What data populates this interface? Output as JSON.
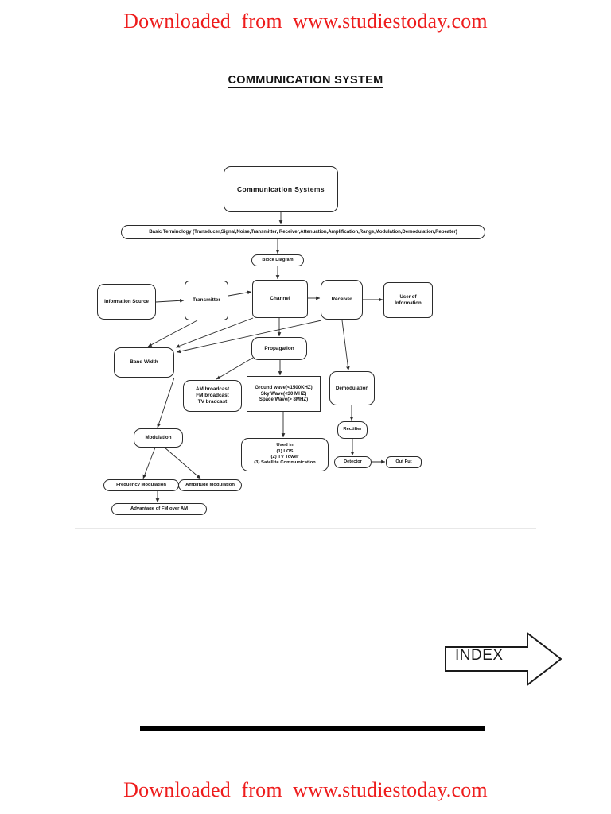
{
  "watermark": {
    "top": "Downloaded  from  www.studiestoday.com",
    "bottom": "Downloaded  from  www.studiestoday.com",
    "color": "#ee1c1c"
  },
  "document": {
    "title": "COMMUNICATION SYSTEM"
  },
  "diagram": {
    "type": "flowchart",
    "nodes": {
      "root": "Communication  Systems",
      "terminology": "Basic Terminology (Transducer,Signal,Noise,Transmitter, Receiver,Attenuation,Amplification,Range,Modulation,Demodulation,Repeater)",
      "block_diagram": "Block Diagram",
      "information_source": "Information Source",
      "transmitter": "Transmitter",
      "channel": "Channel",
      "receiver": "Receiver",
      "user_of_information": "User of Information",
      "band_width": "Band Width",
      "propagation": "Propagation",
      "broadcast": [
        "AM  broadcast",
        "FM broadcast",
        "TV  bradcast"
      ],
      "waves": [
        "Ground wave(<1500KHZ)",
        "Sky Wave(<30 MHZ)",
        "Space Wave(> 8MHZ)"
      ],
      "demodulation": "Demodulation",
      "rectifier": "Rectifier",
      "detector": "Detector",
      "output": "Out Put",
      "modulation": "Modulation",
      "frequency_modulation": "Frequency Modulation",
      "amplitude_modulation": "Amplitude Modulation",
      "advantage_fm": "Advantage of FM over AM",
      "used_in": [
        "Used in",
        "(1) LOS",
        "(2) TV Tower",
        "(3) Satellite Communication"
      ]
    }
  },
  "footer": {
    "index_label": "INDEX"
  }
}
